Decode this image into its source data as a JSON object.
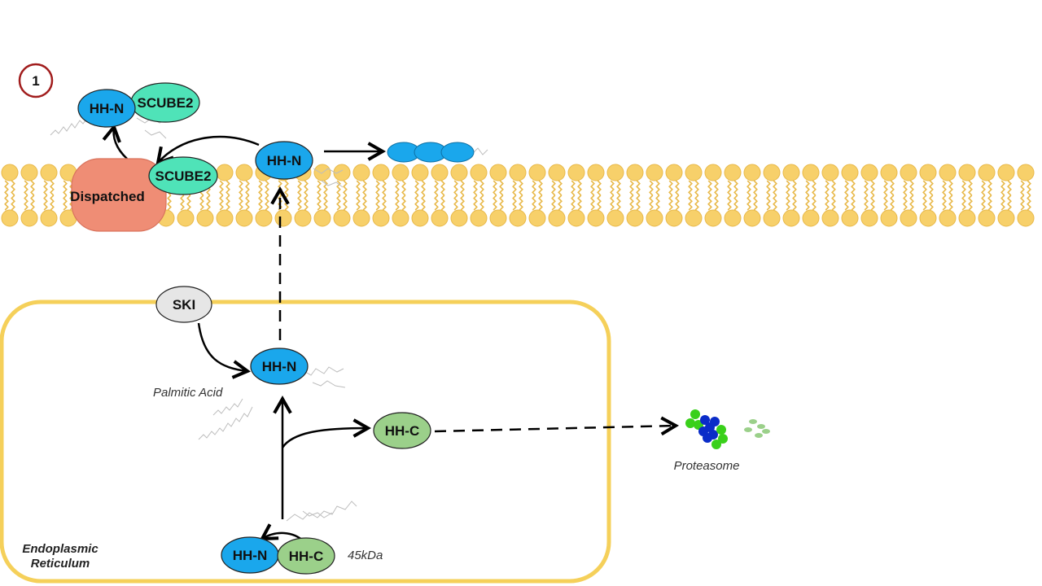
{
  "step_number": "1",
  "labels": {
    "hh_n": "HH-N",
    "hh_c": "HH-C",
    "scube2": "SCUBE2",
    "dispatched": "Dispatched",
    "ski": "SKI",
    "palmitic_acid": "Palmitic Acid",
    "proteasome": "Proteasome",
    "er_line1": "Endoplasmic",
    "er_line2": "Reticulum",
    "mass": "45kDa"
  },
  "colors": {
    "hh_n": "#1aa7ec",
    "hh_c": "#9bd08a",
    "scube2": "#4fe3b8",
    "dispatched": "#ef8d75",
    "ski": "#e6e6e6",
    "membrane": "#f7d06a",
    "er_border": "#f5d05a",
    "step_circle": "#a11d1d",
    "proteasome_green": "#39d01a",
    "proteasome_blue": "#0a2cc8"
  }
}
